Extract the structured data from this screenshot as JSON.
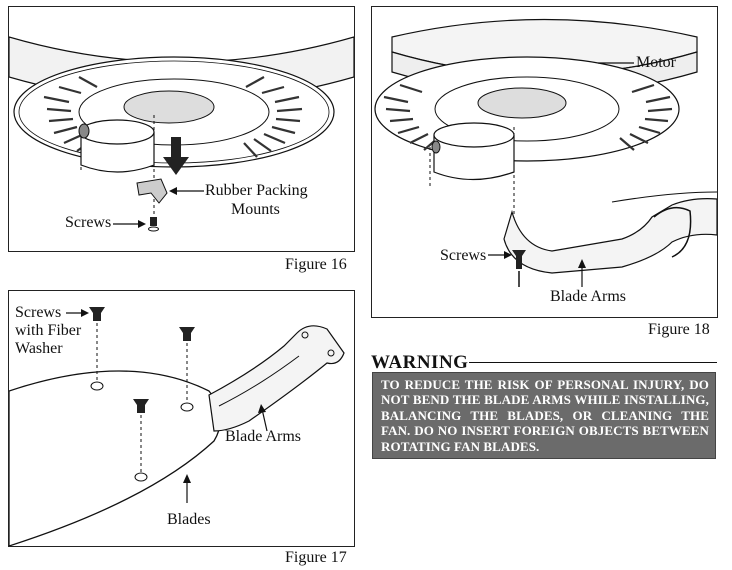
{
  "figure16": {
    "caption": "Figure 16",
    "label_rubber": "Rubber Packing",
    "label_mounts": "Mounts",
    "label_screws": "Screws"
  },
  "figure17": {
    "caption": "Figure 17",
    "label_screws": "Screws",
    "label_with_fiber": "with Fiber",
    "label_washer": "Washer",
    "label_blade_arms": "Blade Arms",
    "label_blades": "Blades"
  },
  "figure18": {
    "caption": "Figure 18",
    "label_motor": "Motor",
    "label_screws": "Screws",
    "label_blade_arms": "Blade Arms"
  },
  "warning": {
    "heading": "WARNING",
    "text": "TO REDUCE THE RISK OF PERSONAL INJURY, DO NOT BEND THE BLADE ARMS WHILE INSTALLING, BALANCING THE BLADES, OR CLEANING THE FAN. DO NO INSERT FOREIGN OBJECTS BETWEEN ROTATING FAN BLADES."
  },
  "colors": {
    "warning_box": "#6b6b6b",
    "warning_text": "#ffffff",
    "line": "#111111"
  }
}
